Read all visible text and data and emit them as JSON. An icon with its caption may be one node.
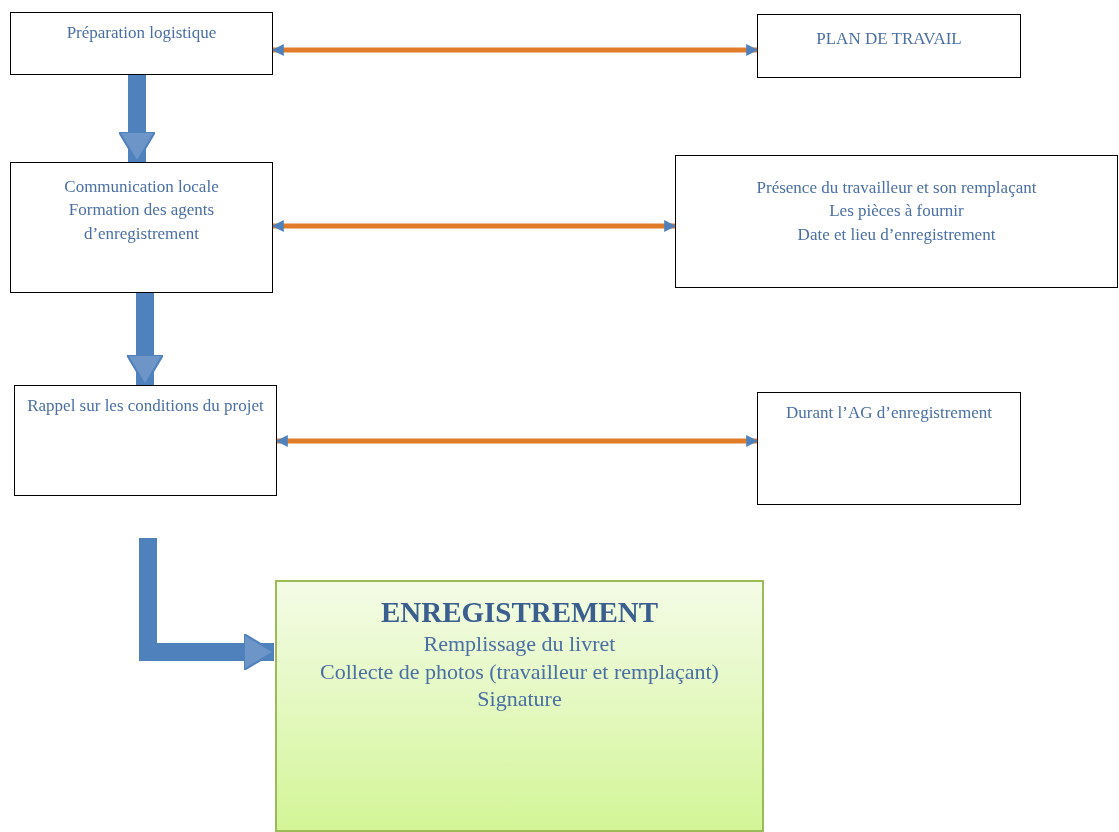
{
  "diagram": {
    "nodes": [
      {
        "text": [
          "Préparation logistique"
        ]
      },
      {
        "text": [
          "PLAN DE TRAVAIL"
        ]
      },
      {
        "text": [
          "Communication locale",
          "Formation des agents d’enregistrement"
        ]
      },
      {
        "text": [
          "Présence du travailleur et son remplaçant",
          "Les pièces à fournir",
          "Date et lieu d’enregistrement"
        ]
      },
      {
        "text": [
          "Rappel sur les conditions du projet"
        ]
      },
      {
        "text": [
          "Durant l’AG d’enregistrement"
        ]
      },
      {
        "text": [
          "ENREGISTREMENT",
          "Remplissage du livret",
          "Collecte de photos (travailleur et remplaçant)",
          "Signature"
        ]
      }
    ],
    "edges": [
      {
        "from": 0,
        "to": 1,
        "arrow": "both"
      },
      {
        "from": 0,
        "to": 2,
        "arrow": "to",
        "style": "thick",
        "color": "#4f81bd"
      },
      {
        "from": 2,
        "to": 3,
        "arrow": "both"
      },
      {
        "from": 2,
        "to": 4,
        "arrow": "to",
        "style": "thick",
        "color": "#4f81bd"
      },
      {
        "from": 4,
        "to": 5,
        "arrow": "both"
      },
      {
        "from": 4,
        "to": 6,
        "arrow": "to",
        "style": "thick",
        "color": "#4f81bd"
      }
    ]
  }
}
